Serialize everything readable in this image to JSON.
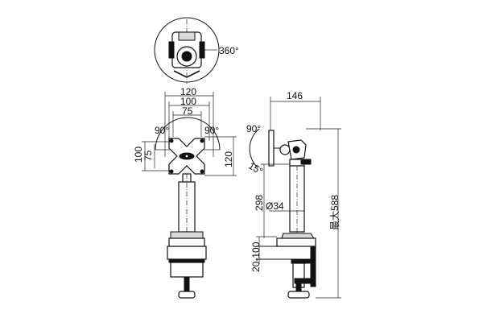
{
  "labels": {
    "rotation": "360°",
    "front_tilt_left": "90°",
    "front_tilt_right": "90°",
    "vesa_120_top": "120",
    "vesa_100_top": "100",
    "vesa_75_top": "75",
    "vesa_100_left": "100",
    "vesa_75_left": "75",
    "vesa_120_right": "120",
    "side_depth": "146",
    "side_tilt_up": "90°",
    "side_tilt_down": "15°",
    "pole_height": "298",
    "pole_diameter": "Ø34",
    "clamp_range": "20-100",
    "max_height": "最大588"
  }
}
